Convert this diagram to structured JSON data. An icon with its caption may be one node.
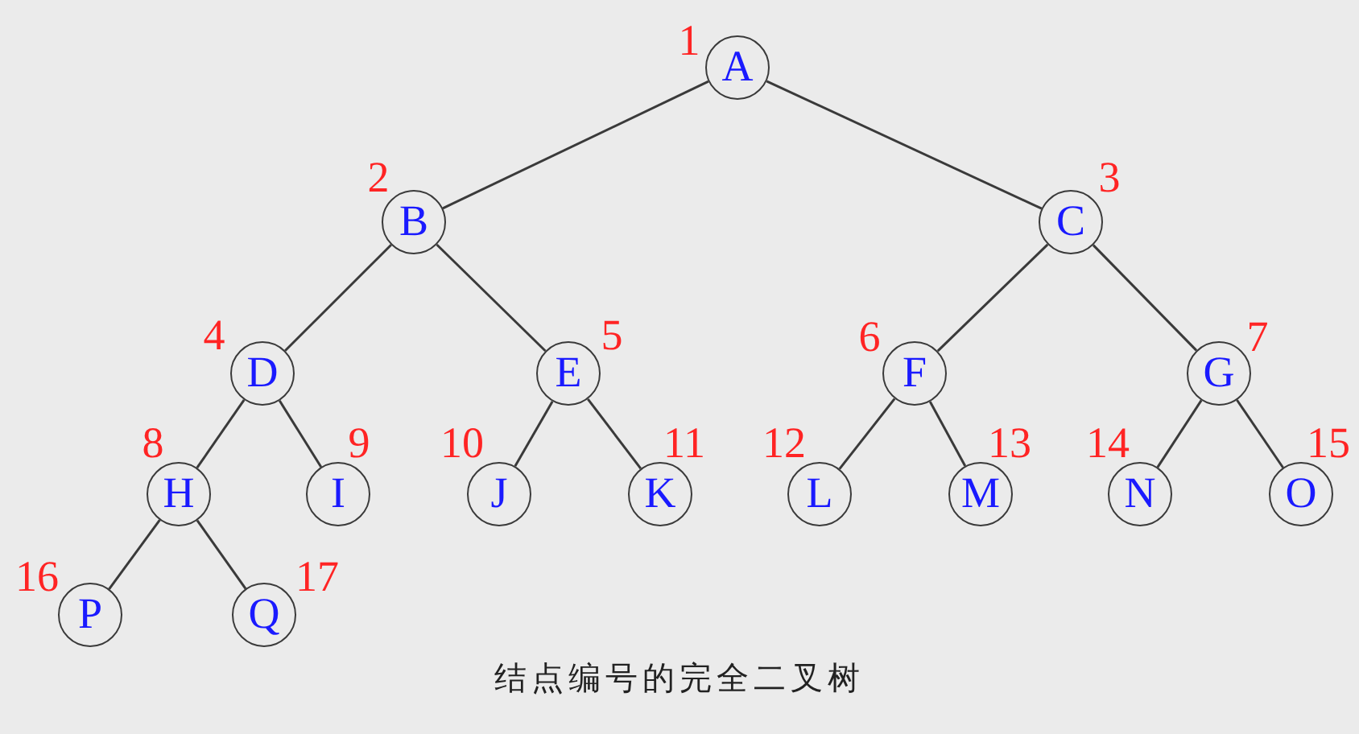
{
  "diagram": {
    "caption": "结点编号的完全二叉树",
    "nodes": [
      {
        "text": [
          "A"
        ],
        "beside": [
          "1"
        ]
      },
      {
        "text": [
          "B"
        ],
        "beside": [
          "2"
        ]
      },
      {
        "text": [
          "C"
        ],
        "beside": [
          "3"
        ]
      },
      {
        "text": [
          "D"
        ],
        "beside": [
          "4"
        ]
      },
      {
        "text": [
          "E"
        ],
        "beside": [
          "5"
        ]
      },
      {
        "text": [
          "F"
        ],
        "beside": [
          "6"
        ]
      },
      {
        "text": [
          "G"
        ],
        "beside": [
          "7"
        ]
      },
      {
        "text": [
          "H"
        ],
        "beside": [
          "8"
        ]
      },
      {
        "text": [
          "I"
        ],
        "beside": [
          "9"
        ]
      },
      {
        "text": [
          "J"
        ],
        "beside": [
          "10"
        ]
      },
      {
        "text": [
          "K"
        ],
        "beside": [
          "11"
        ]
      },
      {
        "text": [
          "L"
        ],
        "beside": [
          "12"
        ]
      },
      {
        "text": [
          "M"
        ],
        "beside": [
          "13"
        ]
      },
      {
        "text": [
          "N"
        ],
        "beside": [
          "14"
        ]
      },
      {
        "text": [
          "O"
        ],
        "beside": [
          "15"
        ]
      },
      {
        "text": [
          "P"
        ],
        "beside": [
          "16"
        ]
      },
      {
        "text": [
          "Q"
        ],
        "beside": [
          "17"
        ]
      }
    ],
    "edges": [
      {
        "from": 0,
        "to": 1,
        "arrow": "none"
      },
      {
        "from": 0,
        "to": 2,
        "arrow": "none"
      },
      {
        "from": 1,
        "to": 3,
        "arrow": "none"
      },
      {
        "from": 1,
        "to": 4,
        "arrow": "none"
      },
      {
        "from": 2,
        "to": 5,
        "arrow": "none"
      },
      {
        "from": 2,
        "to": 6,
        "arrow": "none"
      },
      {
        "from": 3,
        "to": 7,
        "arrow": "none"
      },
      {
        "from": 3,
        "to": 8,
        "arrow": "none"
      },
      {
        "from": 4,
        "to": 9,
        "arrow": "none"
      },
      {
        "from": 4,
        "to": 10,
        "arrow": "none"
      },
      {
        "from": 5,
        "to": 11,
        "arrow": "none"
      },
      {
        "from": 5,
        "to": 12,
        "arrow": "none"
      },
      {
        "from": 6,
        "to": 13,
        "arrow": "none"
      },
      {
        "from": 6,
        "to": 14,
        "arrow": "none"
      },
      {
        "from": 7,
        "to": 15,
        "arrow": "none"
      },
      {
        "from": 7,
        "to": 16,
        "arrow": "none"
      }
    ]
  }
}
